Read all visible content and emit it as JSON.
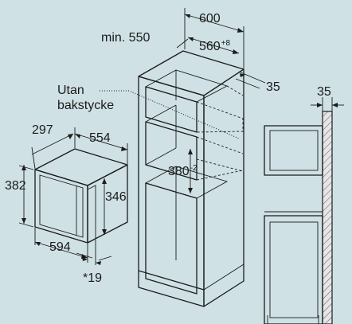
{
  "labels": {
    "d600": "600",
    "min550": "min. 550",
    "d560": "560",
    "d560_tol": "+8",
    "d35a": "35",
    "d35b": "35",
    "utan": "Utan",
    "bakstycke": "bakstycke",
    "d297": "297",
    "d554": "554",
    "d382": "382",
    "d346": "346",
    "d380": "380",
    "d380_tol": "-2",
    "d594": "594",
    "d19": "*19"
  },
  "colors": {
    "background": "#cfe1e5",
    "line": "#1b1b1b",
    "wall": "#e6e6e6"
  }
}
